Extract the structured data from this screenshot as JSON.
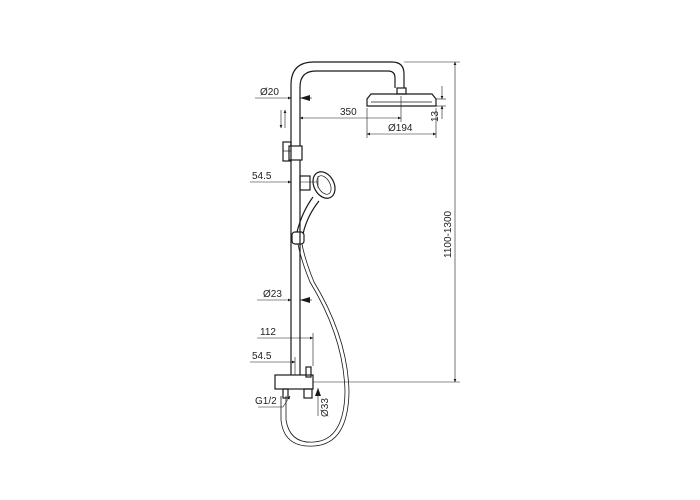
{
  "dimensions": {
    "d20": "Ø20",
    "d350": "350",
    "d194": "Ø194",
    "d13": "13",
    "d54_5_top": "54.5",
    "height": "1100-1300",
    "d23": "Ø23",
    "d112": "112",
    "d54_5_bottom": "54.5",
    "g12": "G1/2",
    "d33": "Ø33"
  },
  "colors": {
    "line": "#1a1a1a",
    "background": "#ffffff"
  }
}
